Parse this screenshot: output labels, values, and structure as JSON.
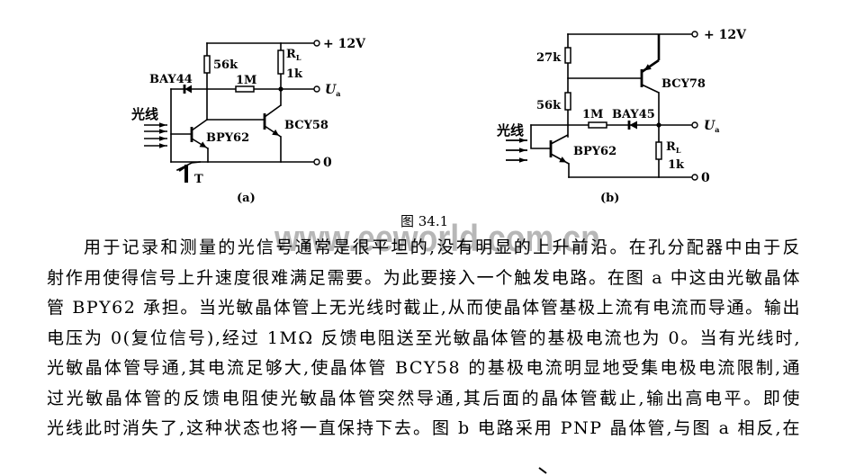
{
  "colors": {
    "ink": "#000000",
    "watermark": "#b7b7b7",
    "paper": "#ffffff"
  },
  "figure": {
    "caption": "图 34.1",
    "circuit_a": {
      "panel_label": "(a)",
      "supply_label": "+ 12V",
      "output_label": "U",
      "output_subscript": "a",
      "ground_label": "0",
      "light_label": "光线",
      "trigger_label": "T",
      "bias_resistor": "56k",
      "load_resistor_symbol": "R",
      "load_resistor_subscript": "L",
      "load_resistor_value": "1k",
      "feedback_resistor": "1M",
      "diode": "BAY44",
      "phototransistor": "BPY62",
      "transistor": "BCY58"
    },
    "circuit_b": {
      "panel_label": "(b)",
      "supply_label": "+ 12V",
      "output_label": "U",
      "output_subscript": "a",
      "ground_label": "0",
      "light_label": "光线",
      "upper_resistor": "27k",
      "lower_resistor": "56k",
      "load_resistor_symbol": "R",
      "load_resistor_subscript": "L",
      "load_resistor_value": "1k",
      "feedback_resistor": "1M",
      "diode": "BAY45",
      "phototransistor": "BPY62",
      "transistor": "BCY78"
    }
  },
  "watermark": "www.eeworld.com.cn",
  "body": {
    "lines": [
      "用于记录和测量的光信号通常是很平坦的,没有明显的上升前沿。在孔分配器中由于反",
      "射作用使得信号上升速度很难满足需要。为此要接入一个触发电路。在图 a 中这由光敏晶体",
      "管 BPY62 承担。当光敏晶体管上无光线时截止,从而使晶体管基极上流有电流而导通。输出",
      "电压为 0(复位信号),经过 1MΩ 反馈电阻送至光敏晶体管的基极电流也为 0。当有光线时,",
      "光敏晶体管导通,其电流足够大,使晶体管 BCY58 的基极电流明显地受集电极电流限制,通",
      "过光敏晶体管的反馈电阻使光敏晶体管突然导通,其后面的晶体管截止,输出高电平。即使",
      "光线此时消失了,这种状态也将一直保持下去。图 b 电路采用 PNP 晶体管,与图 a 相反,在"
    ]
  }
}
